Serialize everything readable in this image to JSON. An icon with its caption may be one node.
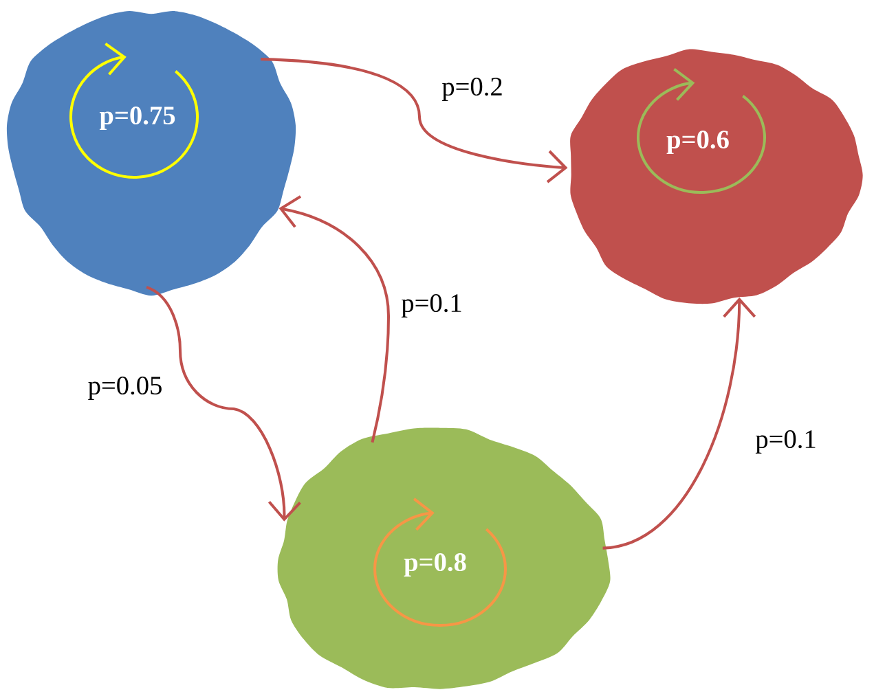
{
  "diagram": {
    "nodes": [
      {
        "text": [],
        "shape": "blob"
      },
      {
        "text": [],
        "shape": "blob"
      },
      {
        "text": [],
        "shape": "blob"
      }
    ],
    "edges": [
      {
        "from": 0,
        "to": 1,
        "arrow": "to",
        "label": "p=0.2"
      },
      {
        "from": 2,
        "to": 0,
        "arrow": "to",
        "label": "p=0.1"
      },
      {
        "from": 0,
        "to": 2,
        "arrow": "to",
        "label": "p=0.05"
      },
      {
        "from": 2,
        "to": 1,
        "arrow": "to",
        "label": "p=0.1"
      },
      {
        "from": 0,
        "to": 0,
        "arrow": "to",
        "label": "p=0.75",
        "color": "#ffff00"
      },
      {
        "from": 1,
        "to": 1,
        "arrow": "to",
        "label": "p=0.6",
        "color": "#9bbb59"
      },
      {
        "from": 2,
        "to": 2,
        "arrow": "to",
        "label": "p=0.8",
        "color": "#f79646"
      }
    ]
  }
}
